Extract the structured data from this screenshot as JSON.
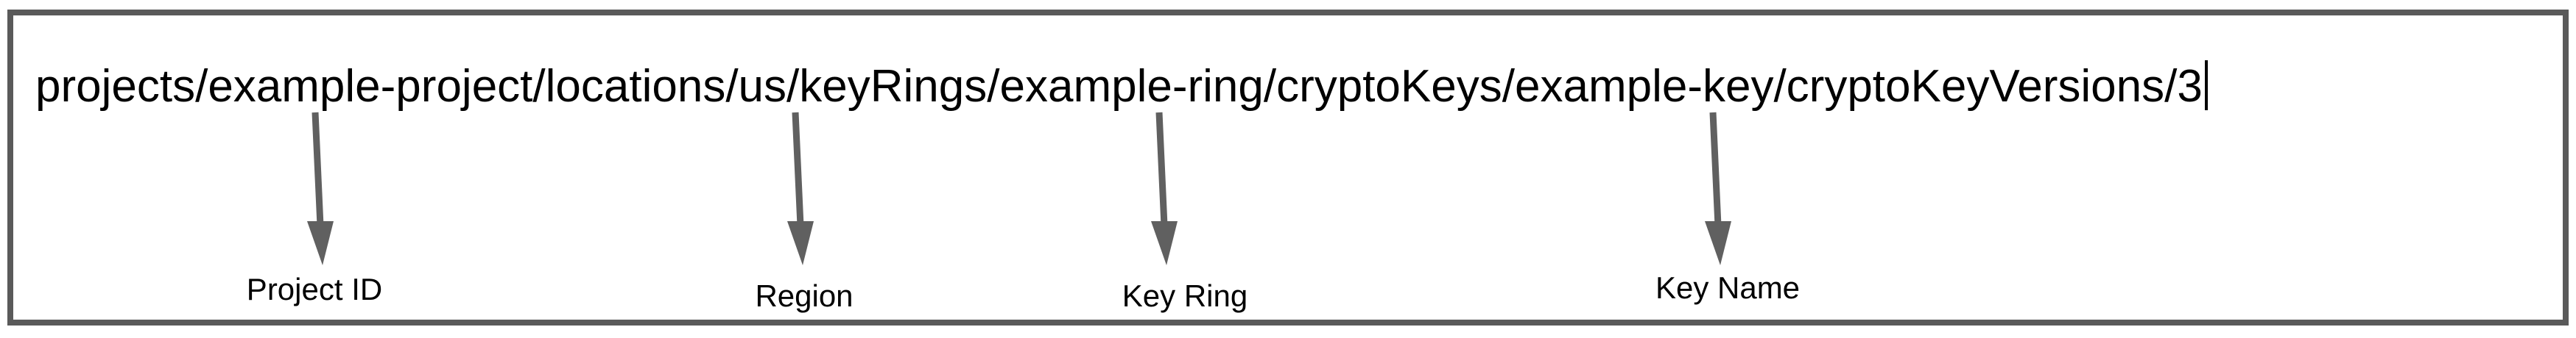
{
  "field": {
    "value": "projects/example-project/locations/us/keyRings/example-ring/cryptoKeys/example-key/cryptoKeyVersions/3",
    "cursor_visible": true
  },
  "annotations": [
    {
      "label": "Project ID",
      "points_to_segment": "example-project"
    },
    {
      "label": "Region",
      "points_to_segment": "us"
    },
    {
      "label": "Key Ring",
      "points_to_segment": "example-ring"
    },
    {
      "label": "Key Name",
      "points_to_segment": "example-key"
    }
  ],
  "colors": {
    "border": "#5a5a5a",
    "arrow": "#606060",
    "text": "#000000",
    "background": "#ffffff"
  }
}
